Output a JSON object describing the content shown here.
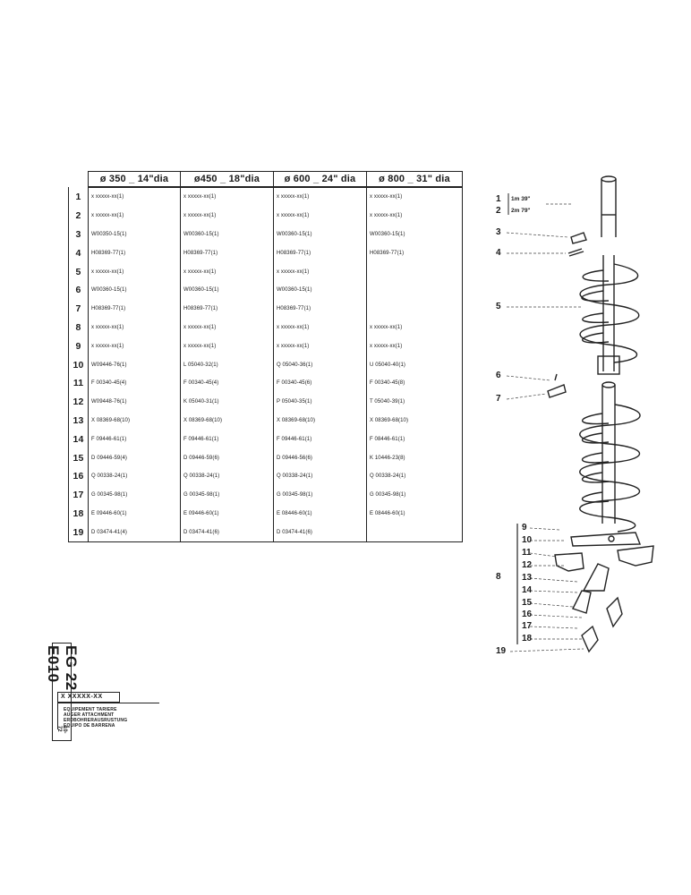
{
  "table": {
    "headers": [
      "ø 350 _ 14\"dia",
      "ø450 _ 18\"dia",
      "ø 600 _ 24\" dia",
      "ø 800 _ 31\" dia"
    ],
    "rows": [
      {
        "num": "1",
        "cells": [
          "x xxxxx-xx(1)",
          "x xxxxx-xx(1)",
          "x xxxxx-xx(1)",
          "x xxxxx-xx(1)"
        ]
      },
      {
        "num": "2",
        "cells": [
          "x xxxxx-xx(1)",
          "x xxxxx-xx(1)",
          "x xxxxx-xx(1)",
          "x xxxxx-xx(1)"
        ]
      },
      {
        "num": "3",
        "cells": [
          "W00350-15(1)",
          "W00360-15(1)",
          "W00360-15(1)",
          "W00360-15(1)"
        ]
      },
      {
        "num": "4",
        "cells": [
          "H08369-77(1)",
          "H08369-77(1)",
          "H08369-77(1)",
          "H08369-77(1)"
        ]
      },
      {
        "num": "5",
        "cells": [
          "x xxxxx-xx(1)",
          "x xxxxx-xx(1)",
          "x xxxxx-xx(1)",
          ""
        ]
      },
      {
        "num": "6",
        "cells": [
          "W00360-15(1)",
          "W00360-15(1)",
          "W00360-15(1)",
          ""
        ]
      },
      {
        "num": "7",
        "cells": [
          "H08369-77(1)",
          "H08369-77(1)",
          "H08369-77(1)",
          ""
        ]
      },
      {
        "num": "8",
        "cells": [
          "x xxxxx-xx(1)",
          "x xxxxx-xx(1)",
          "x xxxxx-xx(1)",
          "x xxxxx-xx(1)"
        ]
      },
      {
        "num": "9",
        "cells": [
          "x xxxxx-xx(1)",
          "x xxxxx-xx(1)",
          "x xxxxx-xx(1)",
          "x xxxxx-xx(1)"
        ]
      },
      {
        "num": "10",
        "cells": [
          "W09446-76(1)",
          "L 05040-32(1)",
          "Q 05040-36(1)",
          "U 05040-40(1)"
        ]
      },
      {
        "num": "11",
        "cells": [
          "F 00340-45(4)",
          "F 00340-45(4)",
          "F 00340-45(6)",
          "F 00340-45(8)"
        ]
      },
      {
        "num": "12",
        "cells": [
          "W09448-76(1)",
          "K 05040-31(1)",
          "P 05040-35(1)",
          "T 05040-39(1)"
        ]
      },
      {
        "num": "13",
        "cells": [
          "X 08369-68(10)",
          "X 08369-68(10)",
          "X 08369-68(10)",
          "X 08369-68(10)"
        ]
      },
      {
        "num": "14",
        "cells": [
          "F 09446-61(1)",
          "F 09446-61(1)",
          "F 09446-61(1)",
          "F 08446-61(1)"
        ]
      },
      {
        "num": "15",
        "cells": [
          "D 09446-59(4)",
          "D 09446-59(6)",
          "D 09446-56(6)",
          "K 10446-23(8)"
        ]
      },
      {
        "num": "16",
        "cells": [
          "Q 00338-24(1)",
          "Q 00338-24(1)",
          "Q 00338-24(1)",
          "Q 00338-24(1)"
        ]
      },
      {
        "num": "17",
        "cells": [
          "G 00345-98(1)",
          "G 00345-98(1)",
          "G 00345-98(1)",
          "G 00345-98(1)"
        ]
      },
      {
        "num": "18",
        "cells": [
          "E 09446-60(1)",
          "E 09446-60(1)",
          "E 08446-60(1)",
          "E 08446-60(1)"
        ]
      },
      {
        "num": "19",
        "cells": [
          "D 03474-41(4)",
          "D 03474-41(6)",
          "D 03474-41(6)",
          ""
        ]
      }
    ]
  },
  "title_block": {
    "code": "EG 22  E010",
    "date": "10-72",
    "ref_label": "X XXXXX-XX",
    "description": [
      "EQUIPEMENT TARIERE",
      "AUGER ATTACHMENT",
      "ERDBOHRERAUSRUSTUNG",
      "EQUIPO DE BARRENA"
    ]
  },
  "drawing": {
    "callouts": [
      "1",
      "2",
      "3",
      "4",
      "5",
      "6",
      "7",
      "8",
      "9",
      "10",
      "11",
      "12",
      "13",
      "14",
      "15",
      "16",
      "17",
      "18",
      "19"
    ],
    "length_notes": [
      "1m  39\"",
      "2m  79\""
    ]
  }
}
